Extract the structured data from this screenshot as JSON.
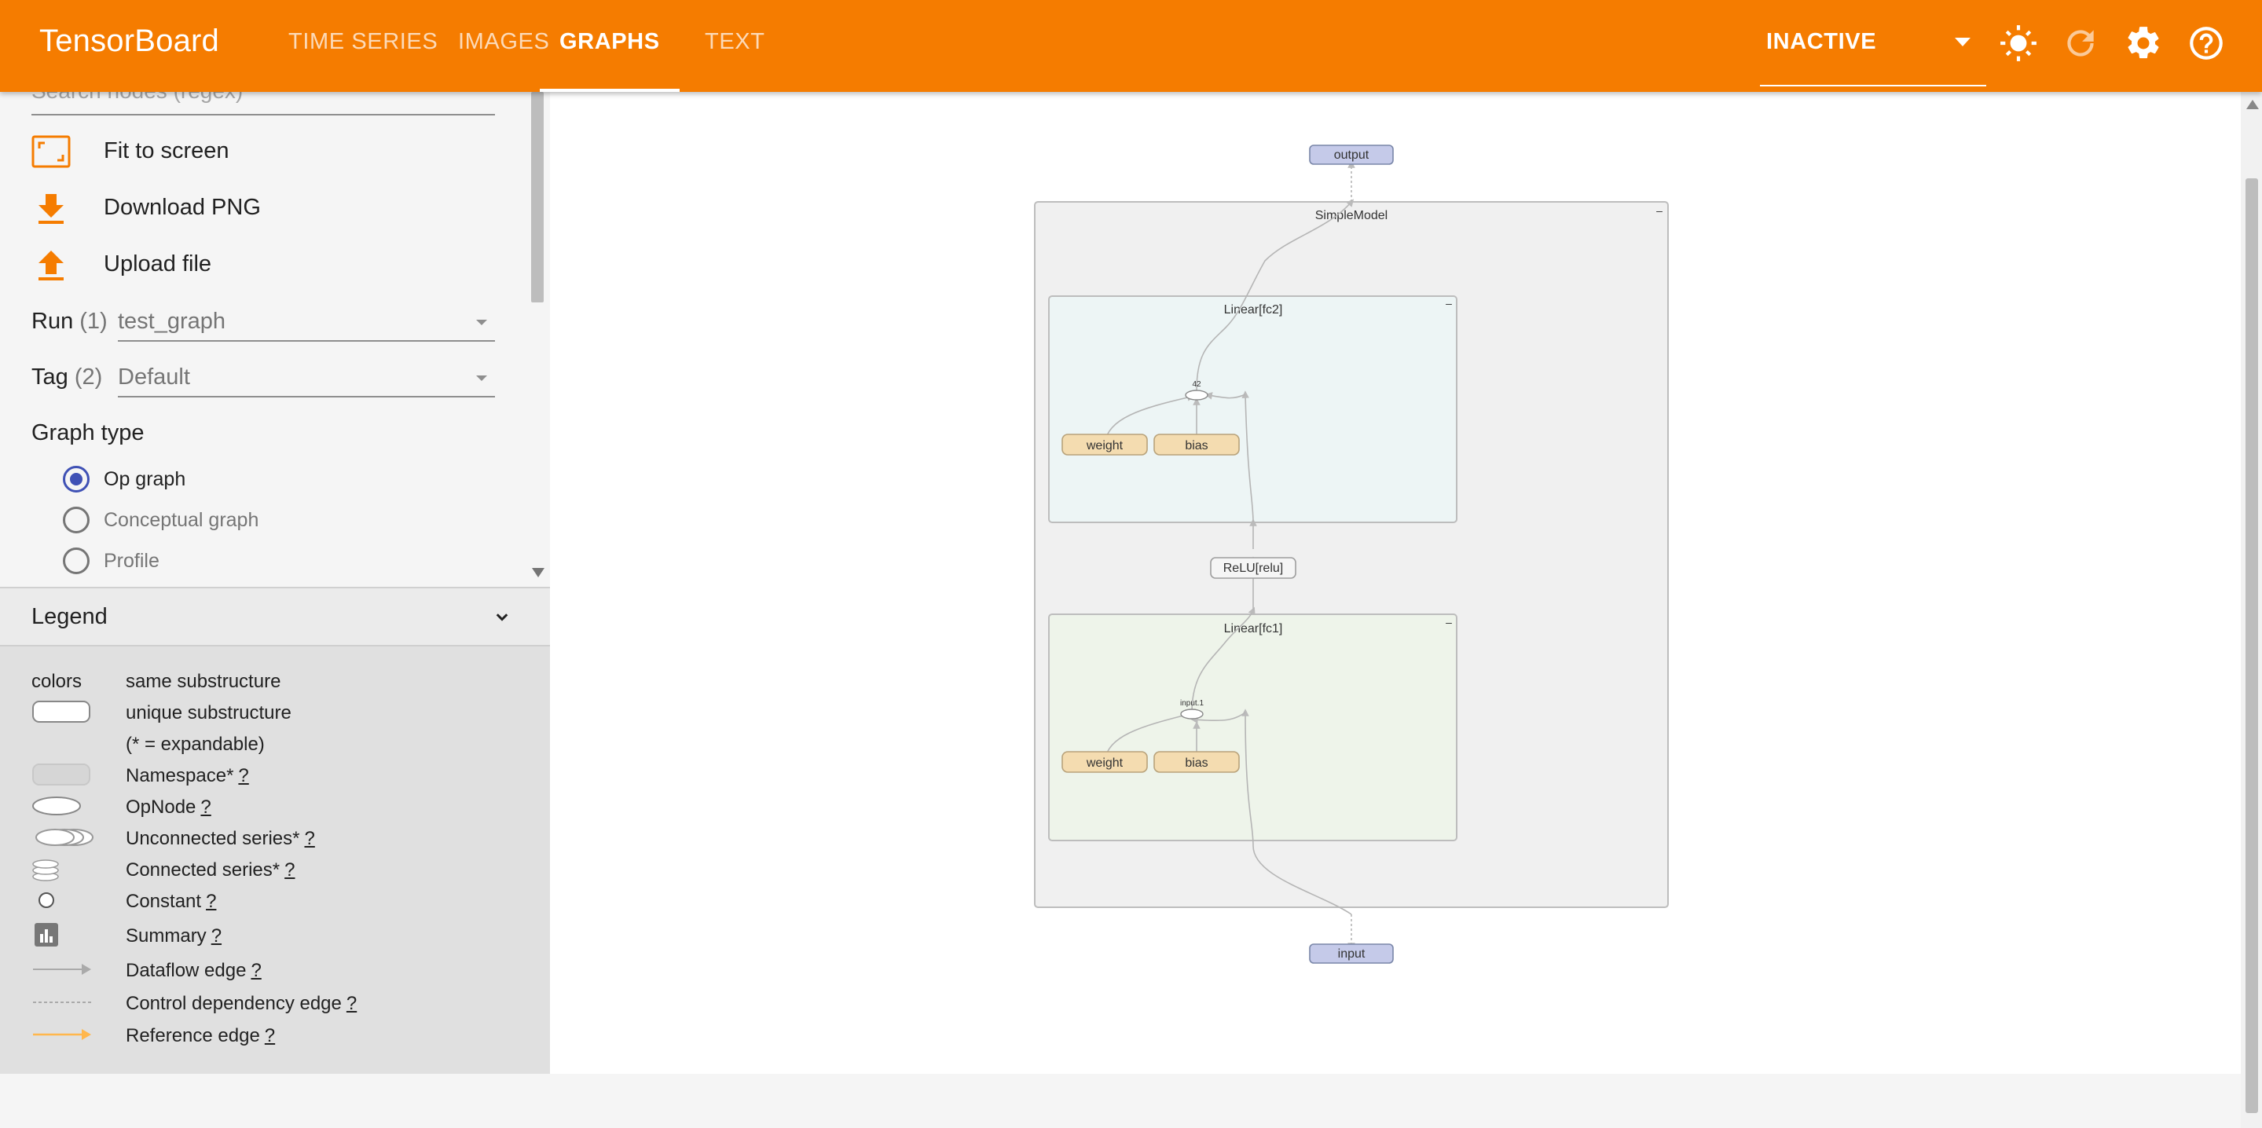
{
  "app": {
    "brand": "TensorBoard",
    "tabs": [
      {
        "label": "TIME SERIES",
        "active": false
      },
      {
        "label": "IMAGES",
        "active": false
      },
      {
        "label": "GRAPHS",
        "active": true
      },
      {
        "label": "TEXT",
        "active": false
      }
    ],
    "reload_state": "INACTIVE",
    "icons": [
      "brightness-icon",
      "refresh-icon",
      "settings-icon",
      "help-icon"
    ],
    "accent_color": "#f57c00"
  },
  "sidebar": {
    "search_placeholder": "Search nodes (regex)",
    "actions": [
      {
        "label": "Fit to screen",
        "icon": "fit-screen-icon"
      },
      {
        "label": "Download PNG",
        "icon": "download-icon"
      },
      {
        "label": "Upload file",
        "icon": "upload-icon"
      }
    ],
    "run": {
      "label": "Run",
      "count": "(1)",
      "value": "test_graph"
    },
    "tag": {
      "label": "Tag",
      "count": "(2)",
      "value": "Default"
    },
    "graph_type": {
      "label": "Graph type",
      "options": [
        {
          "label": "Op graph",
          "checked": true
        },
        {
          "label": "Conceptual graph",
          "checked": false
        },
        {
          "label": "Profile",
          "checked": false
        }
      ]
    }
  },
  "legend": {
    "title": "Legend",
    "colors_label": "colors",
    "colors_desc": "same substructure",
    "unique_desc": "unique substructure",
    "expandable_note": "(* = expandable)",
    "items": [
      {
        "label": "Namespace*",
        "help": "?"
      },
      {
        "label": "OpNode",
        "help": "?"
      },
      {
        "label": "Unconnected series*",
        "help": "?"
      },
      {
        "label": "Connected series*",
        "help": "?"
      },
      {
        "label": "Constant",
        "help": "?"
      },
      {
        "label": "Summary",
        "help": "?"
      },
      {
        "label": "Dataflow edge",
        "help": "?"
      },
      {
        "label": "Control dependency edge",
        "help": "?"
      },
      {
        "label": "Reference edge",
        "help": "?"
      }
    ]
  },
  "graph": {
    "output": "output",
    "input": "input",
    "model": "SimpleModel",
    "fc2": {
      "label": "Linear[fc2]",
      "op": "42",
      "weight": "weight",
      "bias": "bias"
    },
    "relu": "ReLU[relu]",
    "fc1": {
      "label": "Linear[fc1]",
      "op": "input.1",
      "weight": "weight",
      "bias": "bias"
    },
    "collapse_glyph": "–"
  }
}
